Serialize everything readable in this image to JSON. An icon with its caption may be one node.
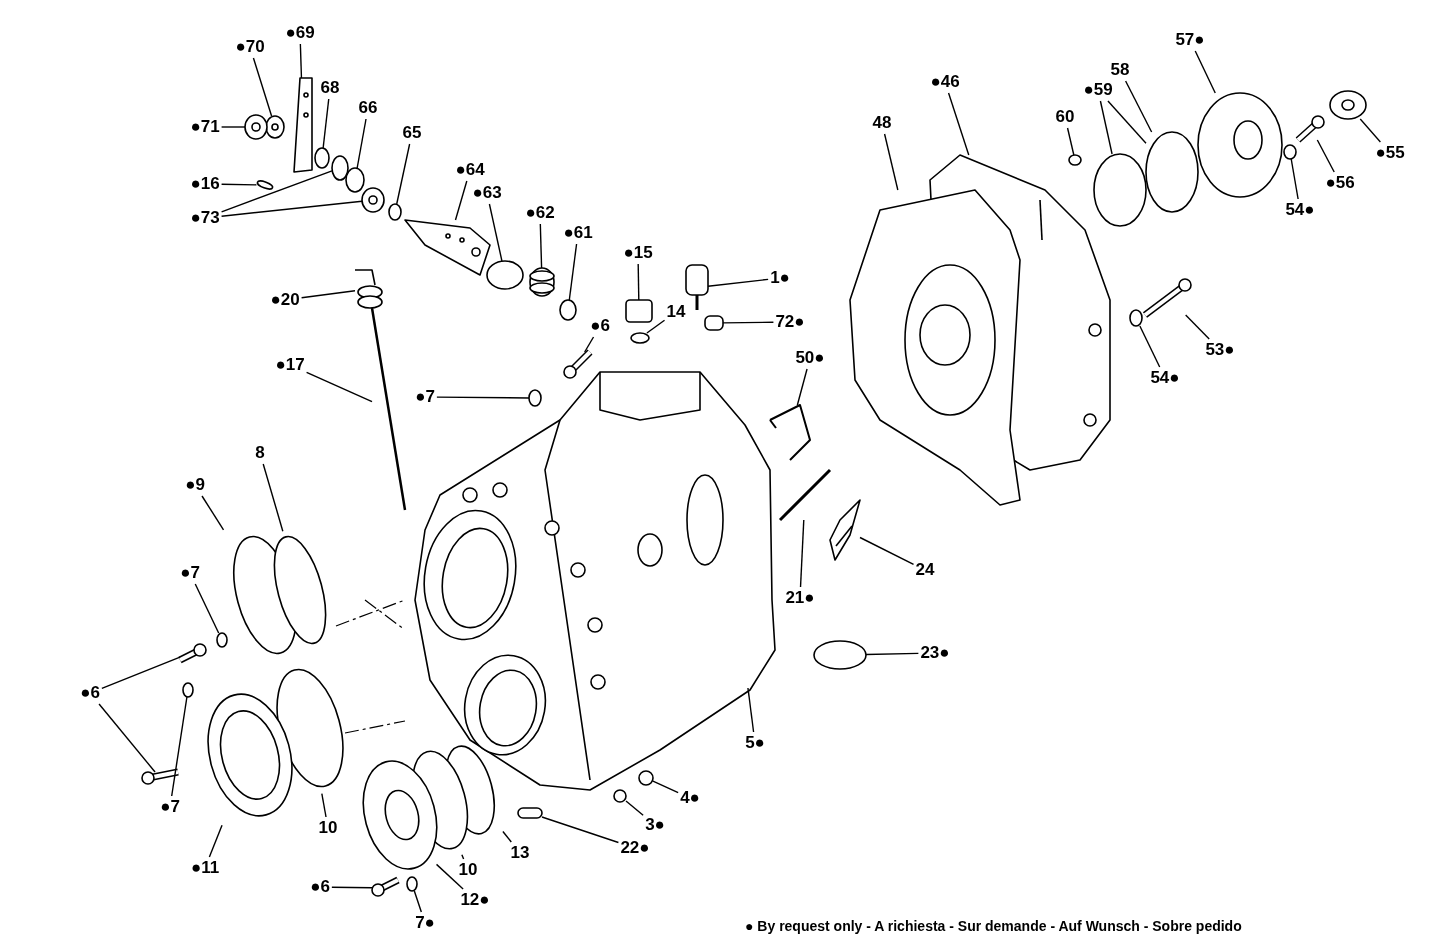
{
  "diagram": {
    "nodes": [
      {
        "text": [
          "●69"
        ]
      },
      {
        "text": [
          "●70"
        ]
      },
      {
        "text": [
          "68"
        ]
      },
      {
        "text": [
          "66"
        ]
      },
      {
        "text": [
          "●71"
        ]
      },
      {
        "text": [
          "65"
        ]
      },
      {
        "text": [
          "●16"
        ]
      },
      {
        "text": [
          "●64"
        ]
      },
      {
        "text": [
          "●63"
        ]
      },
      {
        "text": [
          "●73"
        ]
      },
      {
        "text": [
          "●62"
        ]
      },
      {
        "text": [
          "●61"
        ]
      },
      {
        "text": [
          "●15"
        ]
      },
      {
        "text": [
          "1●"
        ]
      },
      {
        "text": [
          "●20"
        ]
      },
      {
        "text": [
          "14"
        ]
      },
      {
        "text": [
          "72●"
        ]
      },
      {
        "text": [
          "●6"
        ]
      },
      {
        "text": [
          "●17"
        ]
      },
      {
        "text": [
          "●7"
        ]
      },
      {
        "text": [
          "50●"
        ]
      },
      {
        "text": [
          "●46"
        ]
      },
      {
        "text": [
          "57●"
        ]
      },
      {
        "text": [
          "58"
        ]
      },
      {
        "text": [
          "●59"
        ]
      },
      {
        "text": [
          "60"
        ]
      },
      {
        "text": [
          "48"
        ]
      },
      {
        "text": [
          "●55"
        ]
      },
      {
        "text": [
          "●56"
        ]
      },
      {
        "text": [
          "54●"
        ]
      },
      {
        "text": [
          "53●"
        ]
      },
      {
        "text": [
          "54●"
        ]
      },
      {
        "text": [
          "●9"
        ]
      },
      {
        "text": [
          "8"
        ]
      },
      {
        "text": [
          "24"
        ]
      },
      {
        "text": [
          "●7"
        ]
      },
      {
        "text": [
          "21●"
        ]
      },
      {
        "text": [
          "23●"
        ]
      },
      {
        "text": [
          "●6"
        ]
      },
      {
        "text": [
          "5●"
        ]
      },
      {
        "text": [
          "●7"
        ]
      },
      {
        "text": [
          "4●"
        ]
      },
      {
        "text": [
          "3●"
        ]
      },
      {
        "text": [
          "10"
        ]
      },
      {
        "text": [
          "13"
        ]
      },
      {
        "text": [
          "22●"
        ]
      },
      {
        "text": [
          "10"
        ]
      },
      {
        "text": [
          "●11"
        ]
      },
      {
        "text": [
          "●6"
        ]
      },
      {
        "text": [
          "12●"
        ]
      },
      {
        "text": [
          "7●"
        ]
      },
      {
        "text": [],
        "shape": "picture"
      },
      {
        "text": [],
        "shape": "picture"
      },
      {
        "text": [],
        "shape": "circle"
      },
      {
        "text": [],
        "shape": "circle"
      },
      {
        "text": [],
        "shape": "picture"
      },
      {
        "text": [],
        "shape": "circle"
      },
      {
        "text": [],
        "shape": "circle"
      },
      {
        "text": [],
        "shape": "picture"
      },
      {
        "text": [],
        "shape": "circle"
      },
      {
        "text": [],
        "shape": "circle"
      },
      {
        "text": [],
        "shape": "picture"
      },
      {
        "text": [],
        "shape": "picture"
      },
      {
        "text": [],
        "shape": "circle"
      },
      {
        "text": [],
        "shape": "box"
      },
      {
        "text": [],
        "shape": "picture"
      },
      {
        "text": [],
        "shape": "picture"
      },
      {
        "text": [],
        "shape": "circle"
      },
      {
        "text": [],
        "shape": "box"
      },
      {
        "text": [],
        "shape": "picture"
      },
      {
        "text": [],
        "shape": "bar"
      },
      {
        "text": [],
        "shape": "circle"
      },
      {
        "text": [],
        "shape": "picture"
      },
      {
        "text": [],
        "shape": "picture"
      },
      {
        "text": [],
        "shape": "picture"
      },
      {
        "text": [],
        "shape": "circle"
      },
      {
        "text": [],
        "shape": "circle"
      },
      {
        "text": [],
        "shape": "circle"
      },
      {
        "text": [],
        "shape": "picture"
      },
      {
        "text": [],
        "shape": "picture"
      },
      {
        "text": [],
        "shape": "picture"
      },
      {
        "text": [],
        "shape": "circle"
      },
      {
        "text": [],
        "shape": "picture"
      },
      {
        "text": [],
        "shape": "circle"
      },
      {
        "text": [],
        "shape": "circle"
      },
      {
        "text": [],
        "shape": "circle"
      },
      {
        "text": [],
        "shape": "picture"
      },
      {
        "text": [],
        "shape": "circle"
      },
      {
        "text": [],
        "shape": "bar"
      },
      {
        "text": [],
        "shape": "circle"
      },
      {
        "text": [],
        "shape": "picture"
      },
      {
        "text": [],
        "shape": "picture"
      },
      {
        "text": [],
        "shape": "picture"
      },
      {
        "text": [],
        "shape": "circle"
      },
      {
        "text": [],
        "shape": "circle"
      },
      {
        "text": [],
        "shape": "circle"
      },
      {
        "text": [],
        "shape": "circle"
      },
      {
        "text": [],
        "shape": "circle"
      },
      {
        "text": [],
        "shape": "box"
      },
      {
        "text": [],
        "shape": "circle"
      },
      {
        "text": [],
        "shape": "picture"
      },
      {
        "text": [],
        "shape": "picture"
      },
      {
        "text": [],
        "shape": "picture"
      },
      {
        "text": [],
        "shape": "circle"
      }
    ],
    "edges": [
      {
        "from": 0,
        "to": 51,
        "arrow": "none"
      },
      {
        "from": 1,
        "to": 52,
        "arrow": "none"
      },
      {
        "from": 2,
        "to": 53,
        "arrow": "none"
      },
      {
        "from": 3,
        "to": 54,
        "arrow": "none"
      },
      {
        "from": 4,
        "to": 55,
        "arrow": "none"
      },
      {
        "from": 5,
        "to": 56,
        "arrow": "none"
      },
      {
        "from": 6,
        "to": 57,
        "arrow": "none"
      },
      {
        "from": 7,
        "to": 58,
        "arrow": "none"
      },
      {
        "from": 8,
        "to": 59,
        "arrow": "none"
      },
      {
        "from": 9,
        "to": 60,
        "arrow": "none"
      },
      {
        "from": 9,
        "to": 61,
        "arrow": "none"
      },
      {
        "from": 10,
        "to": 62,
        "arrow": "none"
      },
      {
        "from": 11,
        "to": 63,
        "arrow": "none"
      },
      {
        "from": 12,
        "to": 64,
        "arrow": "none"
      },
      {
        "from": 13,
        "to": 65,
        "arrow": "none"
      },
      {
        "from": 14,
        "to": 66,
        "arrow": "none"
      },
      {
        "from": 15,
        "to": 67,
        "arrow": "none"
      },
      {
        "from": 16,
        "to": 68,
        "arrow": "none"
      },
      {
        "from": 17,
        "to": 69,
        "arrow": "none"
      },
      {
        "from": 18,
        "to": 70,
        "arrow": "none"
      },
      {
        "from": 19,
        "to": 71,
        "arrow": "none"
      },
      {
        "from": 20,
        "to": 72,
        "arrow": "none"
      },
      {
        "from": 21,
        "to": 73,
        "arrow": "none"
      },
      {
        "from": 22,
        "to": 74,
        "arrow": "none"
      },
      {
        "from": 23,
        "to": 75,
        "arrow": "none"
      },
      {
        "from": 24,
        "to": 76,
        "arrow": "none"
      },
      {
        "from": 24,
        "to": 75,
        "arrow": "none"
      },
      {
        "from": 25,
        "to": 77,
        "arrow": "none"
      },
      {
        "from": 26,
        "to": 78,
        "arrow": "none"
      },
      {
        "from": 27,
        "to": 79,
        "arrow": "none"
      },
      {
        "from": 28,
        "to": 80,
        "arrow": "none"
      },
      {
        "from": 29,
        "to": 81,
        "arrow": "none"
      },
      {
        "from": 30,
        "to": 82,
        "arrow": "none"
      },
      {
        "from": 31,
        "to": 83,
        "arrow": "none"
      },
      {
        "from": 32,
        "to": 84,
        "arrow": "none"
      },
      {
        "from": 33,
        "to": 85,
        "arrow": "none"
      },
      {
        "from": 34,
        "to": 86,
        "arrow": "none"
      },
      {
        "from": 35,
        "to": 87,
        "arrow": "none"
      },
      {
        "from": 36,
        "to": 88,
        "arrow": "none"
      },
      {
        "from": 37,
        "to": 89,
        "arrow": "none"
      },
      {
        "from": 38,
        "to": 90,
        "arrow": "none"
      },
      {
        "from": 38,
        "to": 91,
        "arrow": "none"
      },
      {
        "from": 39,
        "to": 92,
        "arrow": "none"
      },
      {
        "from": 40,
        "to": 93,
        "arrow": "none"
      },
      {
        "from": 41,
        "to": 94,
        "arrow": "none"
      },
      {
        "from": 42,
        "to": 95,
        "arrow": "none"
      },
      {
        "from": 43,
        "to": 96,
        "arrow": "none"
      },
      {
        "from": 44,
        "to": 97,
        "arrow": "none"
      },
      {
        "from": 45,
        "to": 98,
        "arrow": "none"
      },
      {
        "from": 46,
        "to": 99,
        "arrow": "none"
      },
      {
        "from": 47,
        "to": 100,
        "arrow": "none"
      },
      {
        "from": 48,
        "to": 101,
        "arrow": "none"
      },
      {
        "from": 49,
        "to": 102,
        "arrow": "none"
      },
      {
        "from": 50,
        "to": 103,
        "arrow": "none"
      }
    ],
    "labels": [
      "● By request only - A richiesta - Sur demande - Auf Wunsch - Sobre pedido"
    ]
  }
}
